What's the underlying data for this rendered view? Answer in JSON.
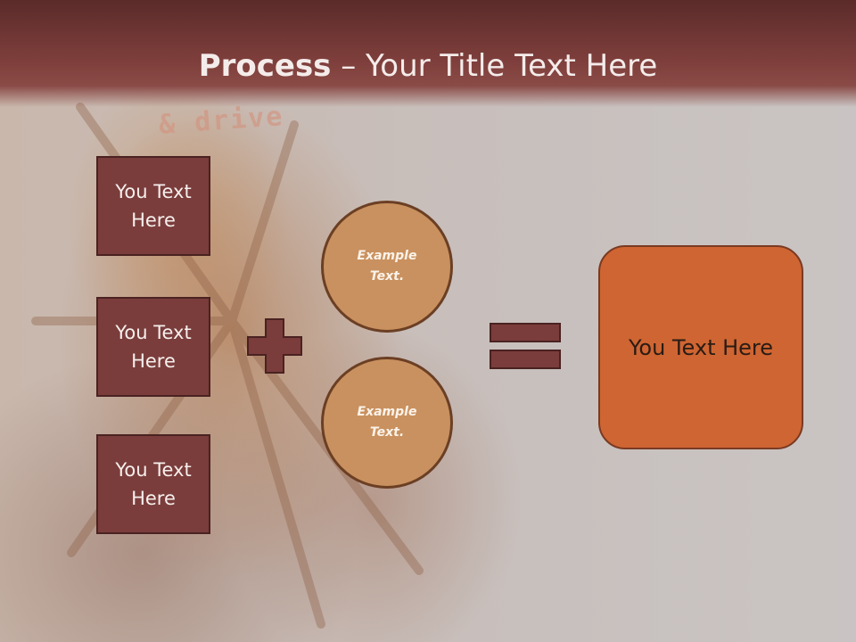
{
  "slide": {
    "title_bold": "Process",
    "title_rest": " – Your Title Text Here",
    "background_deco_text": "& drive"
  },
  "inputs": [
    {
      "label": "You Text Here"
    },
    {
      "label": "You Text Here"
    },
    {
      "label": "You Text Here"
    }
  ],
  "operators": {
    "plus_icon": "plus-sign",
    "equals_icon": "equals-sign"
  },
  "circles": [
    {
      "label": "Example Text."
    },
    {
      "label": "Example Text."
    }
  ],
  "result": {
    "label": "You Text Here"
  },
  "colors": {
    "header": "#7d3e3b",
    "box_fill": "#7a3d3c",
    "circle_fill": "#c9915f",
    "result_fill": "#cf6532",
    "operator_fill": "#7a3d3c"
  }
}
